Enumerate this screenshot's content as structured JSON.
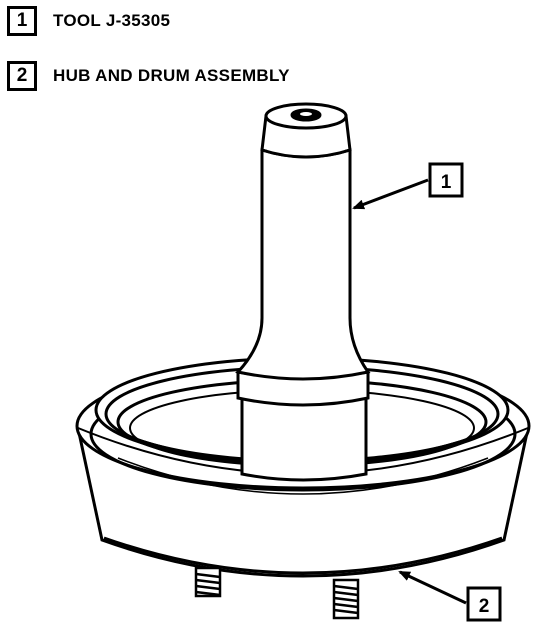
{
  "legend": [
    {
      "number": "1",
      "label": "TOOL J-35305"
    },
    {
      "number": "2",
      "label": "HUB AND DRUM ASSEMBLY"
    }
  ],
  "callouts": [
    {
      "number": "1"
    },
    {
      "number": "2"
    }
  ]
}
